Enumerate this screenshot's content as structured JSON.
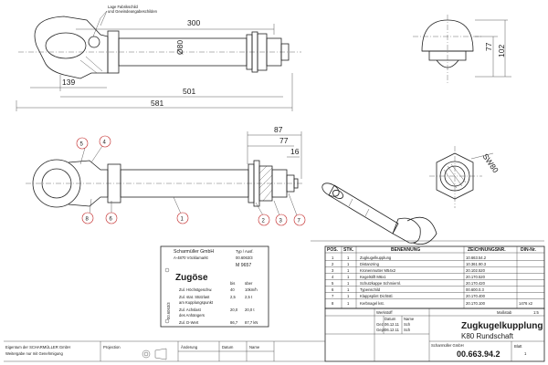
{
  "top_view": {
    "note_line1": "Lage Fabrikschild",
    "note_line2": "und Gewindeangabeschilden",
    "dim_300": "300",
    "dim_dia80": "Ø80",
    "dim_139": "139",
    "dim_501": "501",
    "dim_581": "581"
  },
  "end_view_top": {
    "dim_77": "77",
    "dim_102": "102"
  },
  "side_view": {
    "dim_87": "87",
    "dim_77": "77",
    "dim_16": "16",
    "callouts": [
      "5",
      "4",
      "8",
      "6",
      "1",
      "2",
      "3",
      "7"
    ]
  },
  "end_view_right": {
    "dim_sw": "SW80"
  },
  "nameplate": {
    "maker": "Scharmüller GmbH",
    "place": "A-4870 Vöcklamarkt",
    "type_label": "Typ / Ausf.",
    "type_value": "00.6063/3",
    "mark": "M 9657",
    "heading": "Zugöse",
    "col_bis": "bis",
    "col_uber": "über",
    "rows": [
      {
        "label": "Zul. Höchstgeschw.",
        "v1": "40",
        "v2": "10km/h"
      },
      {
        "label": "Zul. stat. Stützlast",
        "v1": "2,5",
        "v2": "2,5 t"
      },
      {
        "label": "am Kupplungspunkt",
        "v1": "",
        "v2": ""
      },
      {
        "label": "Zul. Achslast",
        "v1": "20,0",
        "v2": "20,0 t"
      },
      {
        "label": "des Anhängers",
        "v1": "",
        "v2": ""
      },
      {
        "label": "Zul. D-Wert",
        "v1": "86,7",
        "v2": "87,7 kN"
      }
    ],
    "vertical_label": "00.6063/3"
  },
  "parts_table": {
    "headers": {
      "pos": "POS.",
      "stk": "STK.",
      "name": "BENENNUNG",
      "draw": "ZEICHNUNGSNR.",
      "din": "DIN-Nr."
    },
    "rows": [
      {
        "pos": "1",
        "stk": "1",
        "name": "Zugkugelkupplung",
        "draw": "10.663.54.2",
        "din": ""
      },
      {
        "pos": "2",
        "stk": "1",
        "name": "Distanzring",
        "draw": "10.361.90.3",
        "din": ""
      },
      {
        "pos": "3",
        "stk": "1",
        "name": "Kronenmutter M54x2",
        "draw": "20.102.520",
        "din": ""
      },
      {
        "pos": "4",
        "stk": "1",
        "name": "Kegelstift M6x1",
        "draw": "20.170.520",
        "din": ""
      },
      {
        "pos": "5",
        "stk": "1",
        "name": "Schutzkappe Schmiernl.",
        "draw": "20.170.420",
        "din": ""
      },
      {
        "pos": "6",
        "stk": "1",
        "name": "Typenschild",
        "draw": "00.600.0.3",
        "din": ""
      },
      {
        "pos": "7",
        "stk": "1",
        "name": "Klappsplint Dichtstl.",
        "draw": "20.170.400",
        "din": ""
      },
      {
        "pos": "8",
        "stk": "1",
        "name": "Kerbnagel kst.",
        "draw": "20.170.100",
        "din": "1476 x2"
      }
    ]
  },
  "title_block": {
    "title": "Zugkugelkupplung",
    "subtitle": "K80 Rundschaft",
    "number": "00.663.94.2",
    "scale_label": "Maßstab",
    "scale_value": "1:5",
    "sheet_label": "Blatt",
    "sheet_value": "1",
    "drawn_label": "Gez.",
    "checked_label": "Gepr.",
    "date_label": "Datum",
    "name_label": "Name",
    "date1": "06.12.11",
    "date2": "06.12.11",
    "name1": "Sch",
    "name2": "Sch",
    "material_label": "Werkstoff",
    "company": "Scharmüller GmbH"
  },
  "footer": {
    "note_left": "Eigentum der SCHARMÜLLER GmbH",
    "note_left2": "Weitergabe nur mit Genehmigung",
    "note_mid": "Projection",
    "revisions": [
      "Änderung",
      "Datum",
      "Name"
    ]
  }
}
